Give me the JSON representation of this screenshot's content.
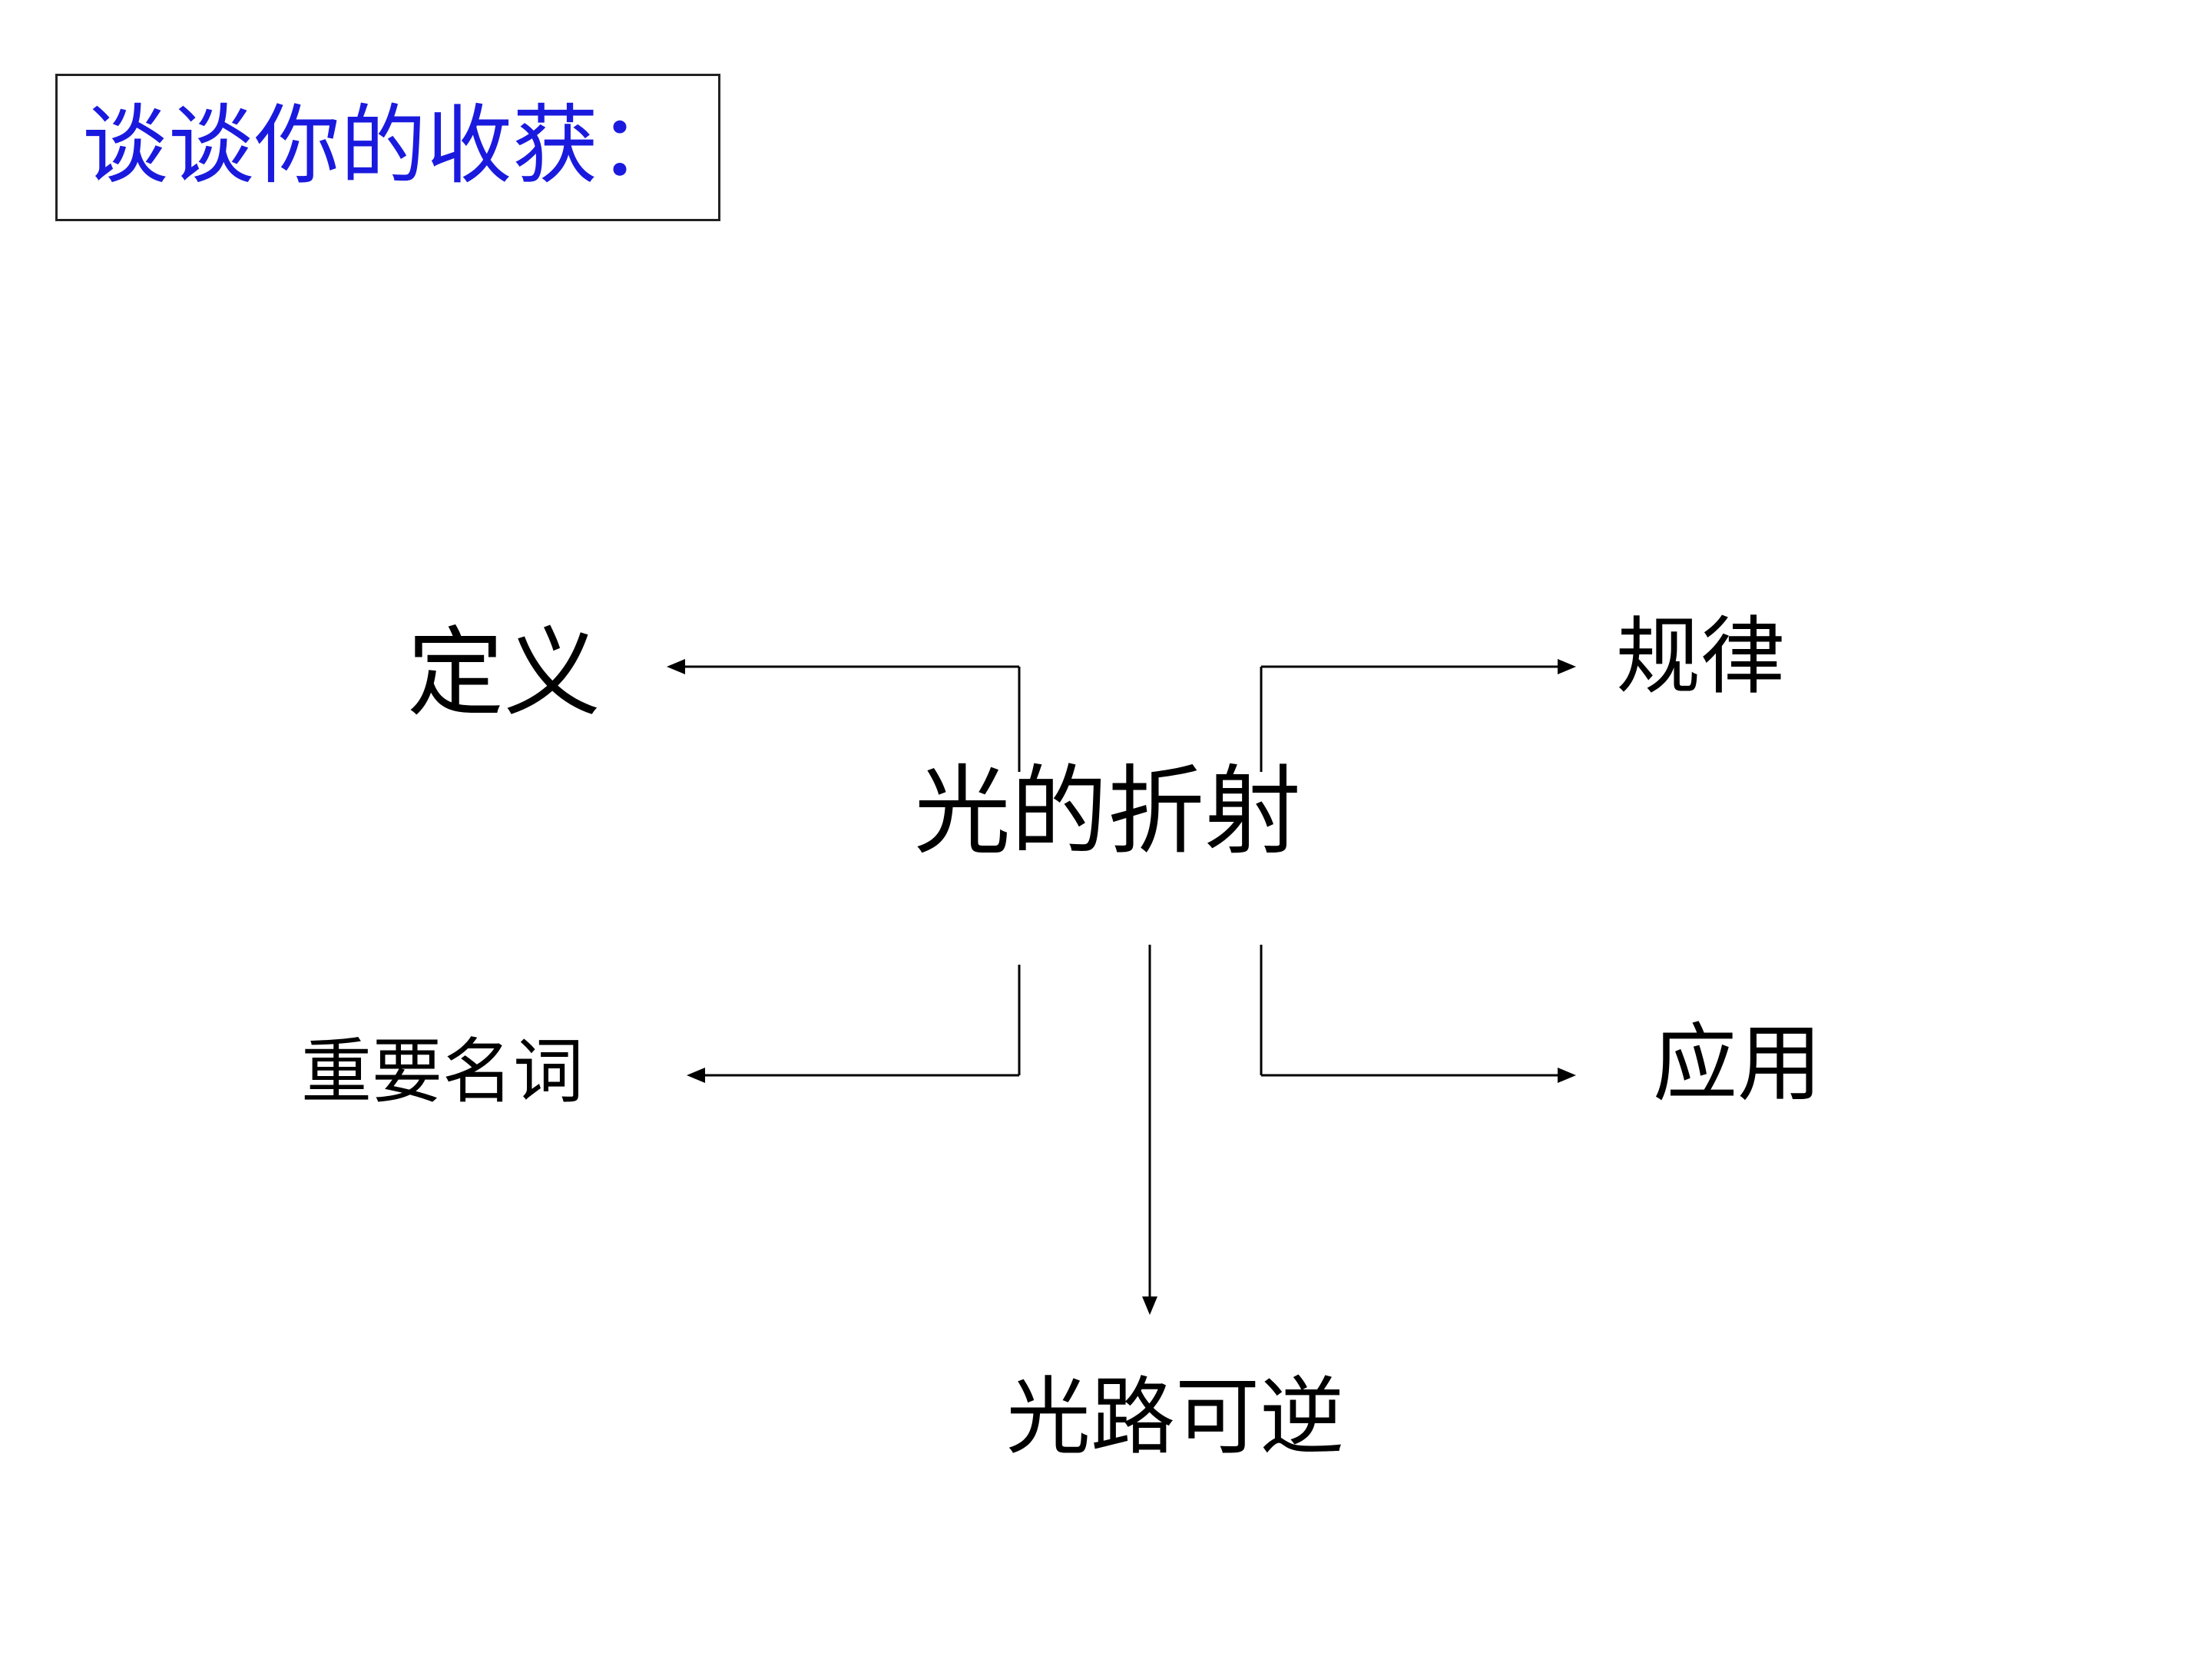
{
  "title": "谈谈你的收获：",
  "colors": {
    "title_text": "#1a1adf",
    "diagram_text": "#000000",
    "lines": "#000000"
  },
  "diagram": {
    "center": "光的折射",
    "branches": {
      "definition": "定义",
      "law": "规律",
      "key_terms": "重要名词",
      "application": "应用",
      "reversibility": "光路可逆"
    }
  }
}
